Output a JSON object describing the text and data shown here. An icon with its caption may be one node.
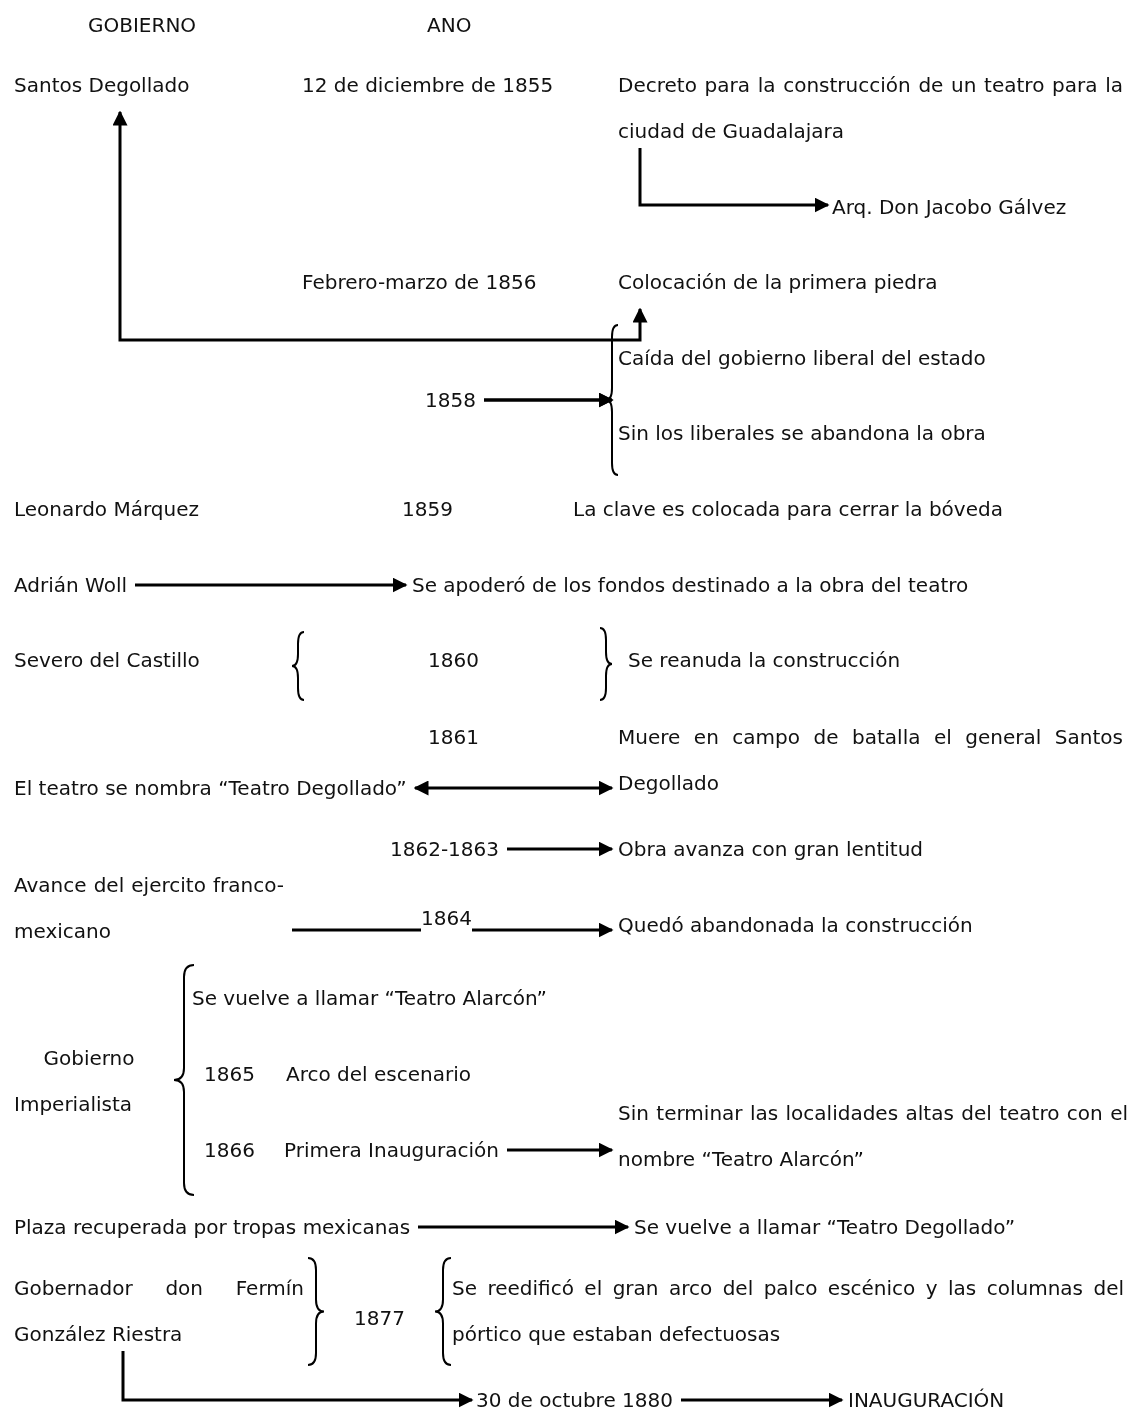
{
  "diagram": {
    "nodes": [
      {
        "text": [
          "Santos Degollado"
        ]
      },
      {
        "text": [
          "Decreto para la construcción de un teatro para la ciudad de Guadalajara"
        ]
      },
      {
        "text": [
          "Arq. Don Jacobo Gálvez"
        ]
      },
      {
        "text": [
          "Colocación de la primera piedra"
        ]
      },
      {
        "text": [
          "1858"
        ]
      },
      {
        "text": [
          "Caída del gobierno liberal del estado"
        ]
      },
      {
        "text": [
          "Sin los liberales se abandona la obra"
        ]
      },
      {
        "text": [
          "Adrián Woll"
        ]
      },
      {
        "text": [
          "Se apoderó de los fondos destinado a la obra del teatro"
        ]
      },
      {
        "text": [
          "El teatro se nombra “Teatro Degollado”"
        ]
      },
      {
        "text": [
          "Muere en campo de batalla el general Santos Degollado"
        ]
      },
      {
        "text": [
          "1862-1863"
        ]
      },
      {
        "text": [
          "Obra avanza con gran lentitud"
        ]
      },
      {
        "text": [
          "Avance del ejercito franco-mexicano"
        ]
      },
      {
        "text": [
          "Quedó abandonada la construcción"
        ]
      },
      {
        "text": [
          "Primera Inauguración"
        ]
      },
      {
        "text": [
          "Sin terminar las localidades altas del teatro con el nombre “Teatro Alarcón”"
        ]
      },
      {
        "text": [
          "Plaza recuperada por tropas mexicanas"
        ]
      },
      {
        "text": [
          "Se vuelve a llamar “Teatro Degollado”"
        ]
      },
      {
        "text": [
          "Gobernador don Fermín González Riestra"
        ]
      },
      {
        "text": [
          "30 de octubre 1880"
        ]
      },
      {
        "text": [
          "INAUGURACIÓN"
        ]
      }
    ],
    "edges": [
      {
        "from": 0,
        "to": 3,
        "arrow": "both"
      },
      {
        "from": 1,
        "to": 2,
        "arrow": "to"
      },
      {
        "from": 4,
        "to": 5,
        "arrow": "to"
      },
      {
        "from": 4,
        "to": 6,
        "arrow": "to"
      },
      {
        "from": 7,
        "to": 8,
        "arrow": "to"
      },
      {
        "from": 9,
        "to": 10,
        "arrow": "both"
      },
      {
        "from": 11,
        "to": 12,
        "arrow": "to"
      },
      {
        "from": 13,
        "to": 14,
        "arrow": "to",
        "label": "1864"
      },
      {
        "from": 15,
        "to": 16,
        "arrow": "to"
      },
      {
        "from": 17,
        "to": 18,
        "arrow": "to"
      },
      {
        "from": 19,
        "to": 20,
        "arrow": "to"
      },
      {
        "from": 20,
        "to": 21,
        "arrow": "to"
      }
    ],
    "labels": [
      "GOBIERNO",
      "ANO",
      "12 de diciembre de 1855",
      "Febrero-marzo de 1856",
      "Leonardo Márquez",
      "1859",
      "La clave es colocada para cerrar la bóveda",
      "Severo del Castillo",
      "1860",
      "Se reanuda la construcción",
      "1861",
      "Se vuelve a llamar “Teatro Alarcón”",
      "Gobierno Imperialista",
      "1865",
      "Arco del escenario",
      "1866",
      "1877",
      "Se reedificó el gran arco del palco escénico y las columnas del pórtico que estaban defectuosas"
    ]
  }
}
